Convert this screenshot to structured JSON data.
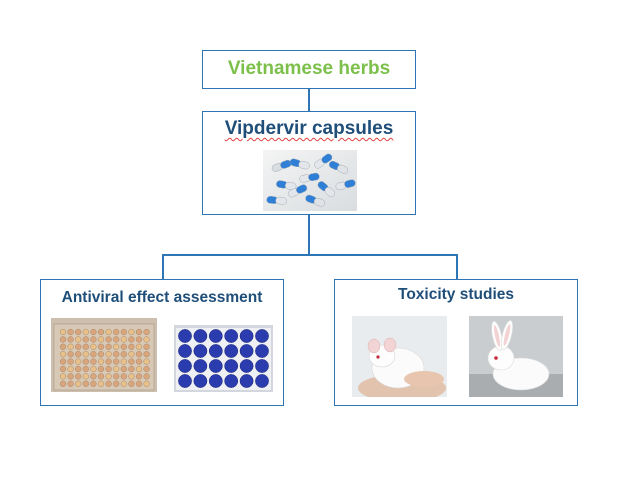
{
  "nodes": {
    "herbs": "Vietnamese herbs",
    "capsules": "Vipdervir capsules",
    "antiviral": "Antiviral effect assessment",
    "toxicity": "Toxicity studies"
  },
  "colors": {
    "border": "#2e75b6",
    "herbs_text": "#7cc04b",
    "heading_text": "#1f4e79",
    "capsule_blue": "#2f7fd6",
    "plate_blue": "#2b3cae"
  },
  "images": {
    "capsules": "capsules-photo",
    "plate_left": "microplate-photo",
    "plate_right": "stained-plate-photo",
    "mouse": "mouse-photo",
    "rabbit": "rabbit-photo"
  }
}
